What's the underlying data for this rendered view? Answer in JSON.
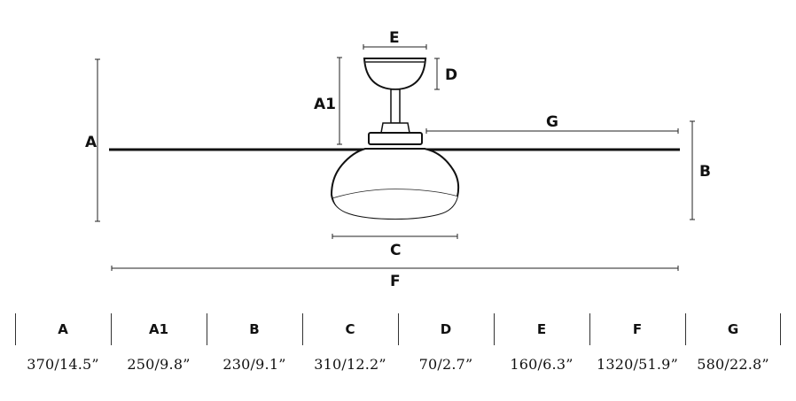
{
  "diagram": {
    "labels": {
      "A": "A",
      "A1": "A1",
      "B": "B",
      "C": "C",
      "D": "D",
      "E": "E",
      "F": "F",
      "G": "G"
    }
  },
  "dimension_table": {
    "columns": [
      {
        "key": "A",
        "value": "370/14.5”"
      },
      {
        "key": "A1",
        "value": "250/9.8”"
      },
      {
        "key": "B",
        "value": "230/9.1”"
      },
      {
        "key": "C",
        "value": "310/12.2”"
      },
      {
        "key": "D",
        "value": "70/2.7”"
      },
      {
        "key": "E",
        "value": "160/6.3”"
      },
      {
        "key": "F",
        "value": "1320/51.9”"
      },
      {
        "key": "G",
        "value": "580/22.8”"
      }
    ]
  }
}
